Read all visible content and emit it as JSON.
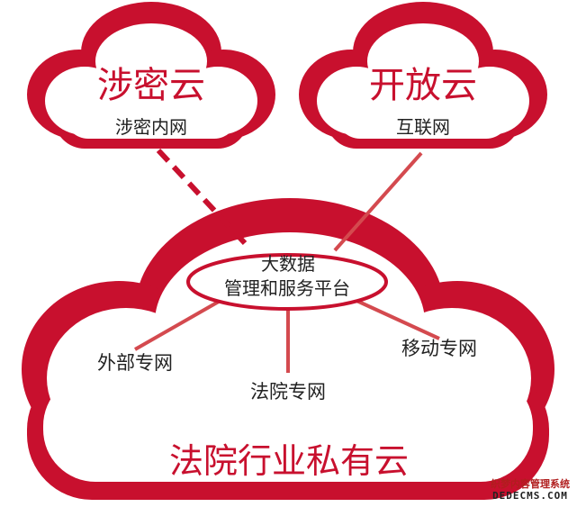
{
  "colors": {
    "cloud_red": "#c8102e",
    "connector_red": "#d44a4f",
    "text_dark": "#222222"
  },
  "secret_cloud": {
    "title": "涉密云",
    "network": "涉密内网"
  },
  "open_cloud": {
    "title": "开放云",
    "network": "互联网"
  },
  "platform": {
    "line1": "大数据",
    "line2": "管理和服务平台"
  },
  "private_cloud": {
    "title": "法院行业私有云",
    "networks": {
      "external": "外部专网",
      "court": "法院专网",
      "mobile": "移动专网"
    }
  },
  "connections": [
    {
      "from": "涉密云",
      "to": "大数据管理和服务平台",
      "style": "dashed"
    },
    {
      "from": "开放云",
      "to": "大数据管理和服务平台",
      "style": "solid"
    },
    {
      "from": "大数据管理和服务平台",
      "to": "外部专网",
      "style": "solid"
    },
    {
      "from": "大数据管理和服务平台",
      "to": "法院专网",
      "style": "solid"
    },
    {
      "from": "大数据管理和服务平台",
      "to": "移动专网",
      "style": "solid"
    }
  ],
  "watermark": {
    "cn": "织梦内容管理系统",
    "en": "DEDECMS.COM"
  }
}
